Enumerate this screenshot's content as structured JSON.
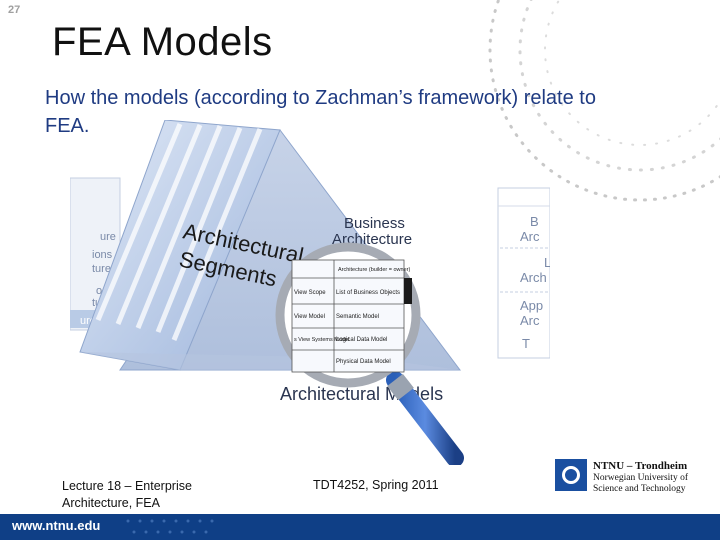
{
  "slide": {
    "page_number": "27",
    "title": "FEA Models",
    "subtitle": "How the models (according to Zachman’s framework) relate to FEA."
  },
  "figure": {
    "segments_line1": "Architectural",
    "segments_line2": "Segments",
    "business_line1": "Business",
    "business_line2": "Architecture",
    "models_caption": "Architectural Models",
    "left_labels": [
      "ure",
      "ions",
      "ture",
      "ogy",
      "ture",
      "ure"
    ],
    "right_labels": [
      "B",
      "Arc",
      "L",
      "Arch",
      "App",
      "Arc",
      "T"
    ],
    "lens_header": "Architecture (builder = owner)",
    "lens_rows": [
      {
        "left": "View Scope",
        "right": "List of Business Objects"
      },
      {
        "left": "View Model",
        "right": "Semantic Model"
      },
      {
        "left": "s View Systems Model",
        "right": "Logical Data Model"
      },
      {
        "left": "",
        "right": "Physical Data Model"
      }
    ]
  },
  "footer": {
    "lecture_line1": "Lecture 18 – Enterprise",
    "lecture_line2": "Architecture, FEA",
    "course": "TDT4252, Spring 2011"
  },
  "logo": {
    "line1": "NTNU – Trondheim",
    "line2": "Norwegian University of",
    "line3": "Science and Technology"
  },
  "bar": {
    "url": "www.ntnu.edu"
  },
  "colors": {
    "bar": "#0f3f86",
    "subtitle": "#1f3b82",
    "logo": "#1a4fa0",
    "prism": "#a9bfe0"
  }
}
